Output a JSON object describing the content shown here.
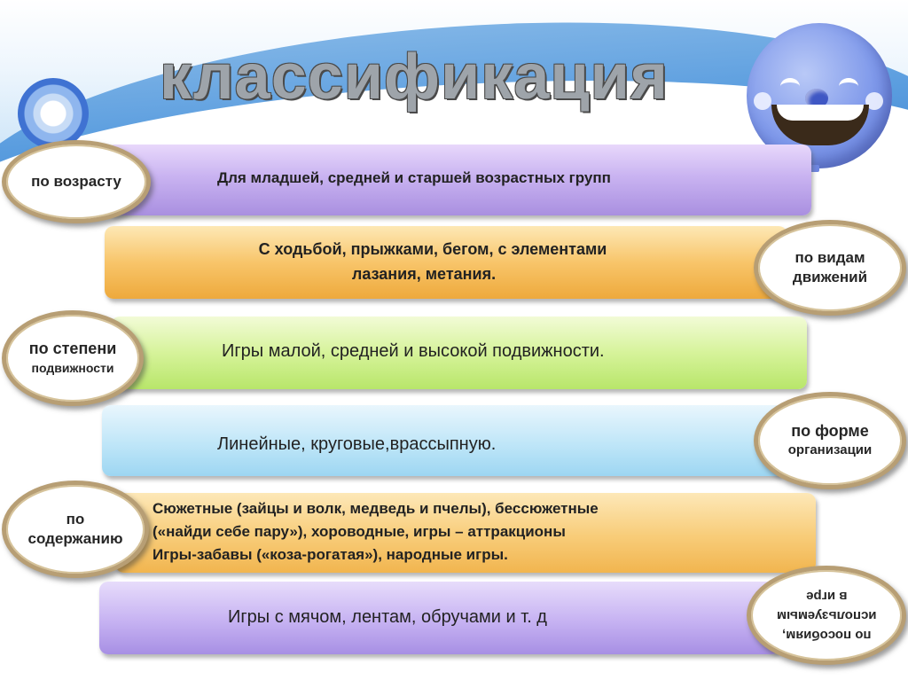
{
  "title": "классификация",
  "rows": [
    {
      "category": [
        "по возрасту"
      ],
      "text": [
        "Для младшей, средней и старшей возрастных групп"
      ]
    },
    {
      "category": [
        "по видам",
        "движений"
      ],
      "text": [
        "С ходьбой, прыжками, бегом, с элементами",
        "лазания, метания."
      ]
    },
    {
      "category": [
        "по степени",
        "подвижности"
      ],
      "text": [
        "Игры малой, средней и высокой подвижности."
      ]
    },
    {
      "category": [
        "по форме",
        "организации"
      ],
      "text": [
        "Линейные, круговые,врассыпную."
      ]
    },
    {
      "category": [
        "по",
        "содержанию"
      ],
      "text": [
        "Сюжетные (зайцы и волк, медведь и пчелы), бессюжетные",
        "(«найди себе пару»), хороводные, игры – аттракционы",
        "Игры-забавы («коза-рогатая»), народные игры."
      ]
    },
    {
      "category": [
        "по пособиям,",
        "используемым",
        "в игре"
      ],
      "text": [
        "Игры с мячом, лентам, обручами и т. д"
      ]
    }
  ],
  "colors": {
    "purple": "#c9b3f1",
    "orange": "#f8c56a",
    "green": "#d6f39a",
    "blue": "#bfe6f8",
    "oval_border": "#b79e74",
    "title_fill": "#9ea4aa"
  },
  "icons": {
    "balloon": "smiling-balloon-icon",
    "bubble": "bubble-icon"
  }
}
